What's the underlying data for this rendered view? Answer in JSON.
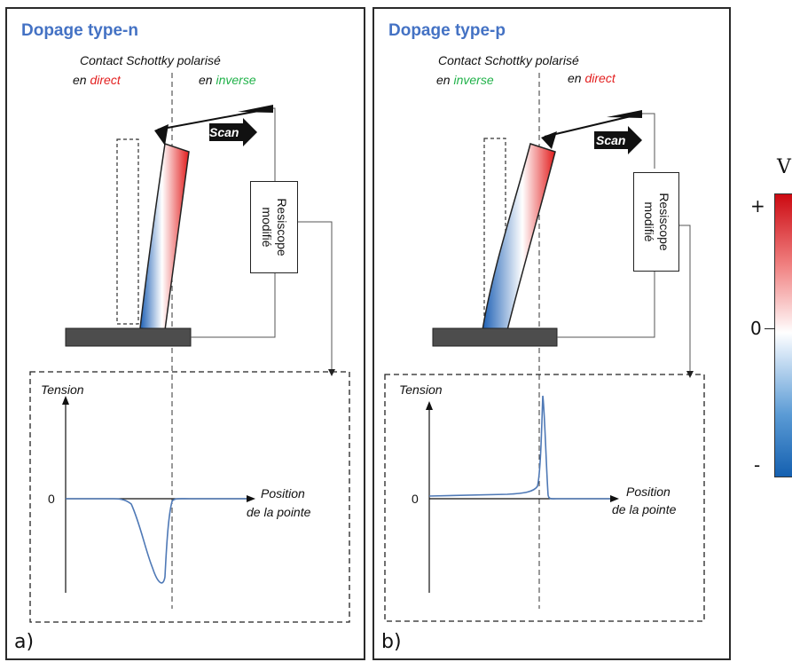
{
  "panel_a": {
    "title": "Dopage type-n",
    "contact_line": "Contact Schottky polarisé",
    "left_prefix": "en ",
    "left_word": "direct",
    "right_prefix": "en ",
    "right_word": "inverse",
    "scan": "Scan",
    "resiscope_line1": "Resiscope",
    "resiscope_line2": "modifié",
    "y_axis": "Tension",
    "zero": "0",
    "x_axis_line1": "Position",
    "x_axis_line2": "de la pointe",
    "label": "a)",
    "signal": "negative dip"
  },
  "panel_b": {
    "title": "Dopage type-p",
    "contact_line": "Contact Schottky polarisé",
    "left_prefix": "en ",
    "left_word": "inverse",
    "right_prefix": "en ",
    "right_word": "direct",
    "scan": "Scan",
    "resiscope_line1": "Resiscope",
    "resiscope_line2": "modifié",
    "y_axis": "Tension",
    "zero": "0",
    "x_axis_line1": "Position",
    "x_axis_line2": "de la pointe",
    "label": "b)",
    "signal": "positive spike"
  },
  "colorscale": {
    "title": "V",
    "plus": "+",
    "zero": "0",
    "minus": "-",
    "top_color": "#cc0a12",
    "mid_color": "#ffffff",
    "bottom_color": "#1560b0"
  },
  "colors": {
    "title_blue": "#4472c4",
    "red_text": "#e32020",
    "green_text": "#21b24a",
    "curve": "#4f79b6"
  }
}
